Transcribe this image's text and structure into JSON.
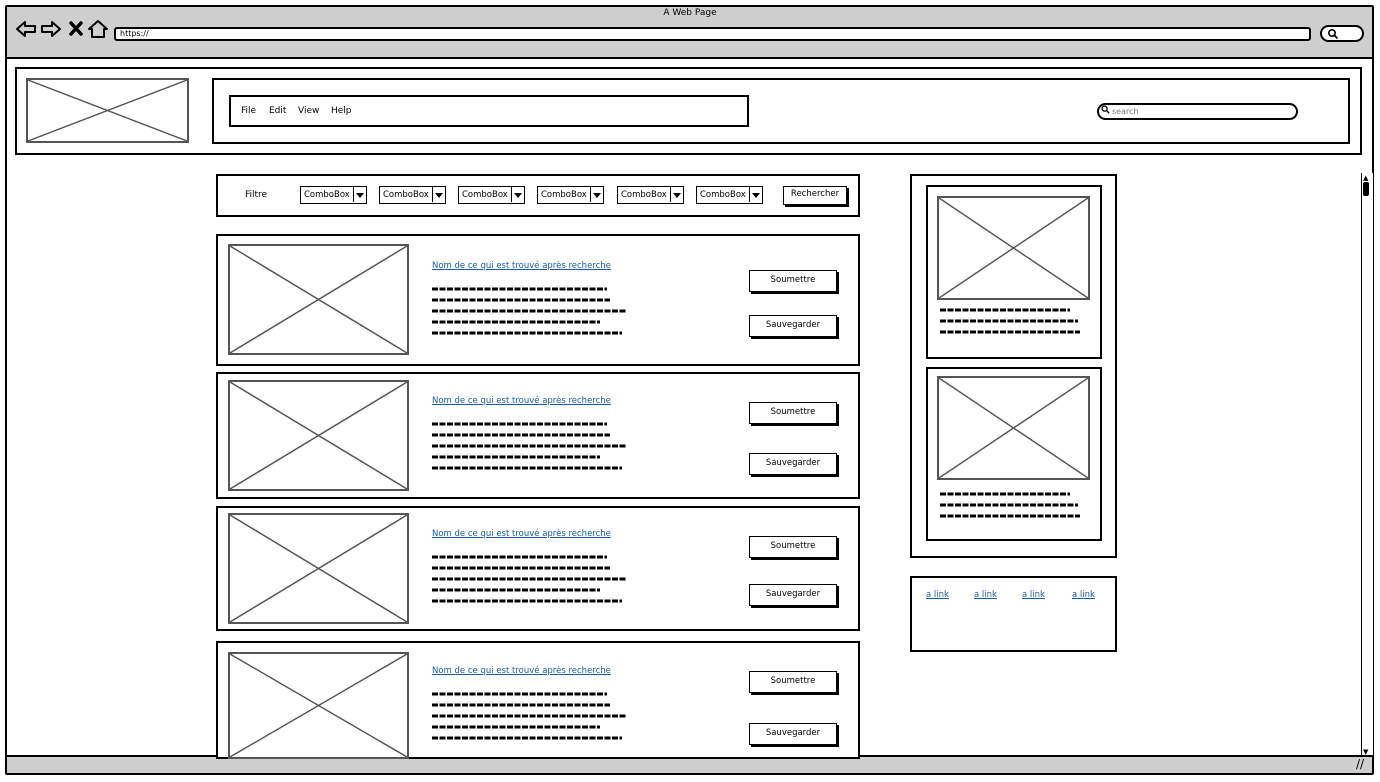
{
  "window": {
    "title": "A Web Page",
    "url": "https://",
    "icons": [
      "back-arrow-icon",
      "forward-arrow-icon",
      "stop-x-icon",
      "home-icon",
      "search-icon"
    ]
  },
  "menu": [
    "File",
    "Edit",
    "View",
    "Help"
  ],
  "header": {
    "search_placeholder": "search"
  },
  "filter": {
    "label": "Filtre",
    "combos": [
      "ComboBox",
      "ComboBox",
      "ComboBox",
      "ComboBox",
      "ComboBox",
      "ComboBox"
    ],
    "button_label": "Rechercher"
  },
  "results": [
    {
      "title": "Nom de ce qui est trouvé après recherche",
      "submit_label": "Soumettre",
      "save_label": "Sauvegarder"
    },
    {
      "title": "Nom de ce qui est trouvé après recherche",
      "submit_label": "Soumettre",
      "save_label": "Sauvegarder"
    },
    {
      "title": "Nom de ce qui est trouvé après recherche",
      "submit_label": "Soumettre",
      "save_label": "Sauvegarder"
    },
    {
      "title": "Nom de ce qui est trouvé après recherche",
      "submit_label": "Soumettre",
      "save_label": "Sauvegarder"
    }
  ],
  "sidebar": {
    "links": [
      "a link",
      "a link",
      "a link",
      "a link"
    ]
  },
  "colors": {
    "link": "#1a5aa6",
    "chrome": "#cfcfcf",
    "placeholder_stroke": "#555555"
  }
}
